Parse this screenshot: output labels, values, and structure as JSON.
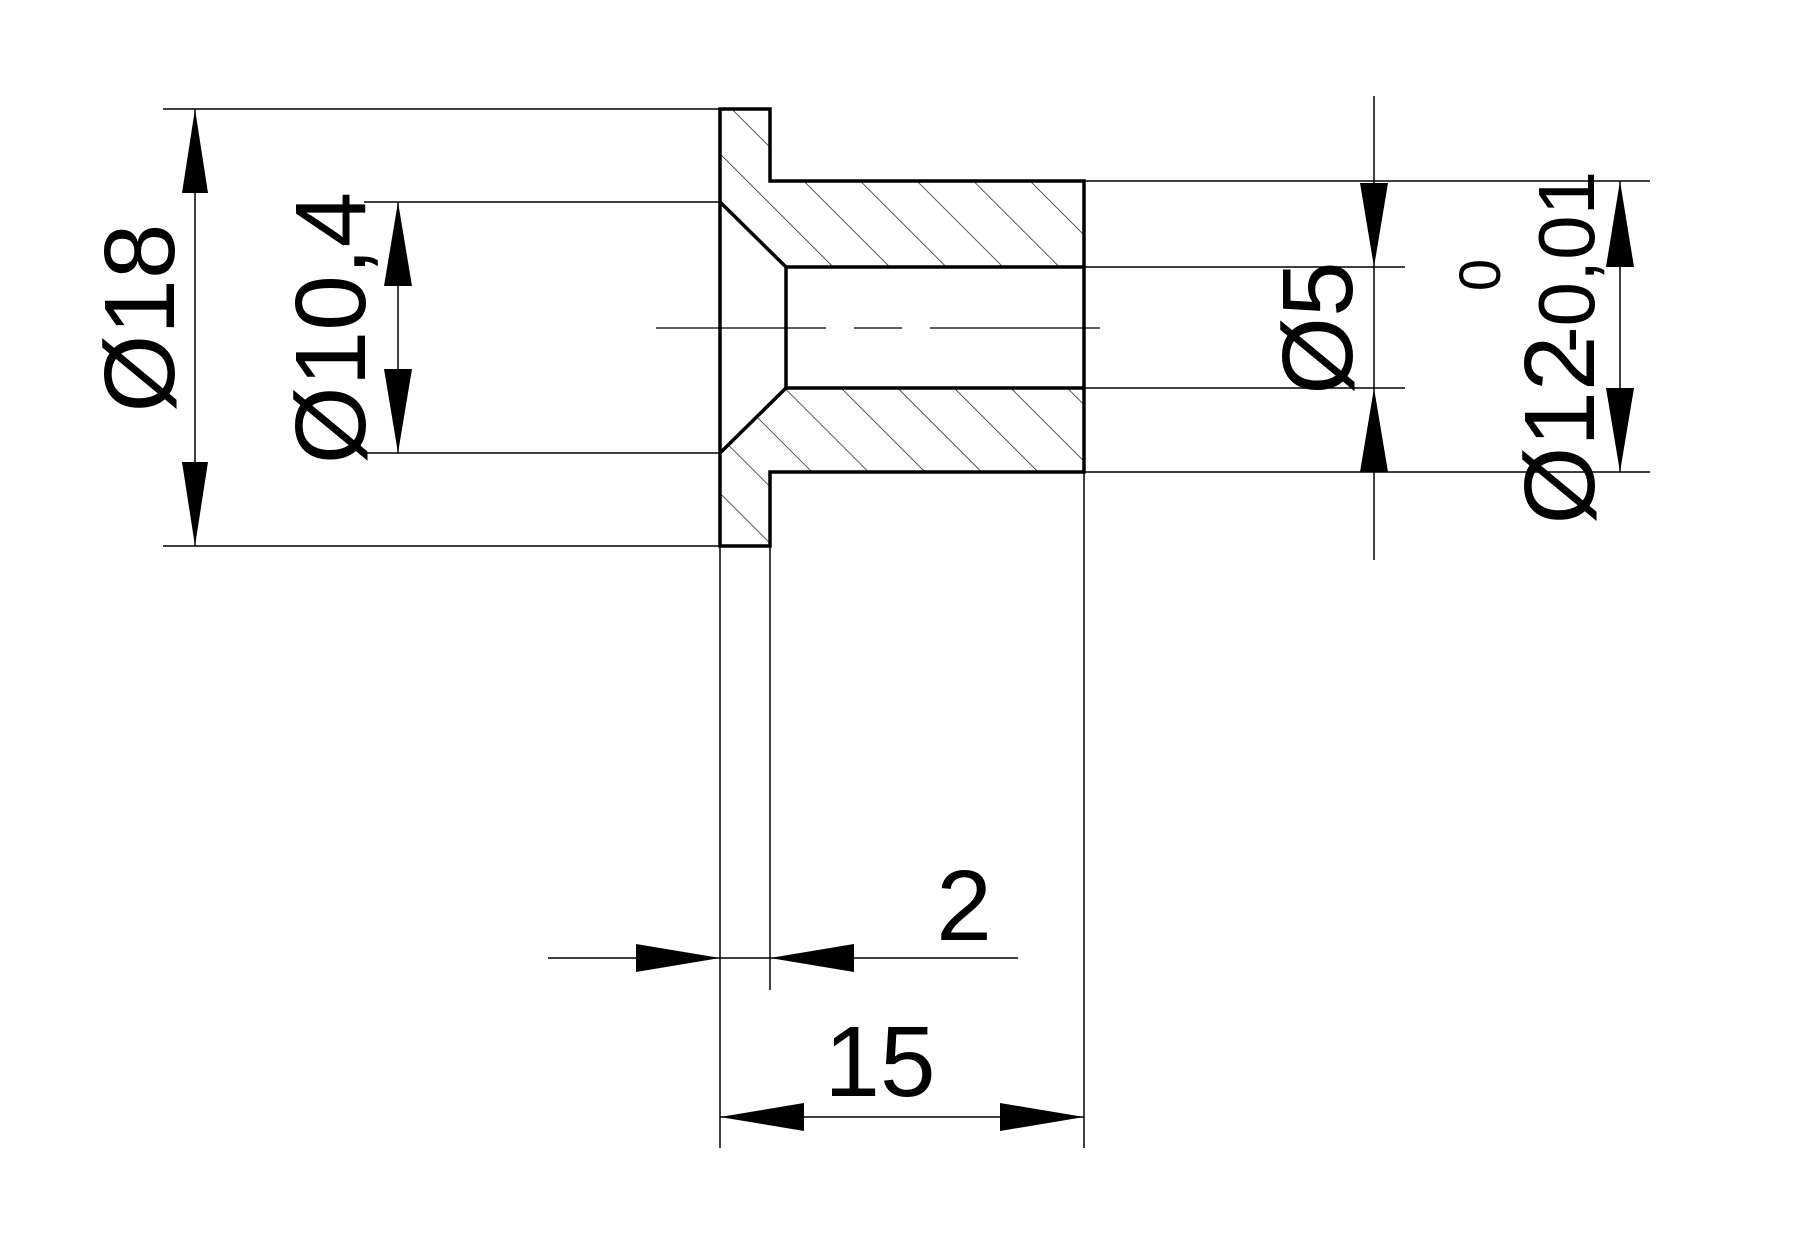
{
  "drawing": {
    "line_color": "#000000",
    "background_color": "#ffffff",
    "dimensions": {
      "d18": "Ø18",
      "d10_4": "Ø10,4",
      "d5": "Ø5",
      "d12": "Ø12",
      "d12_upper_tol": "0",
      "d12_lower_tol": "-0,01",
      "flange_thickness": "2",
      "total_length": "15"
    }
  }
}
